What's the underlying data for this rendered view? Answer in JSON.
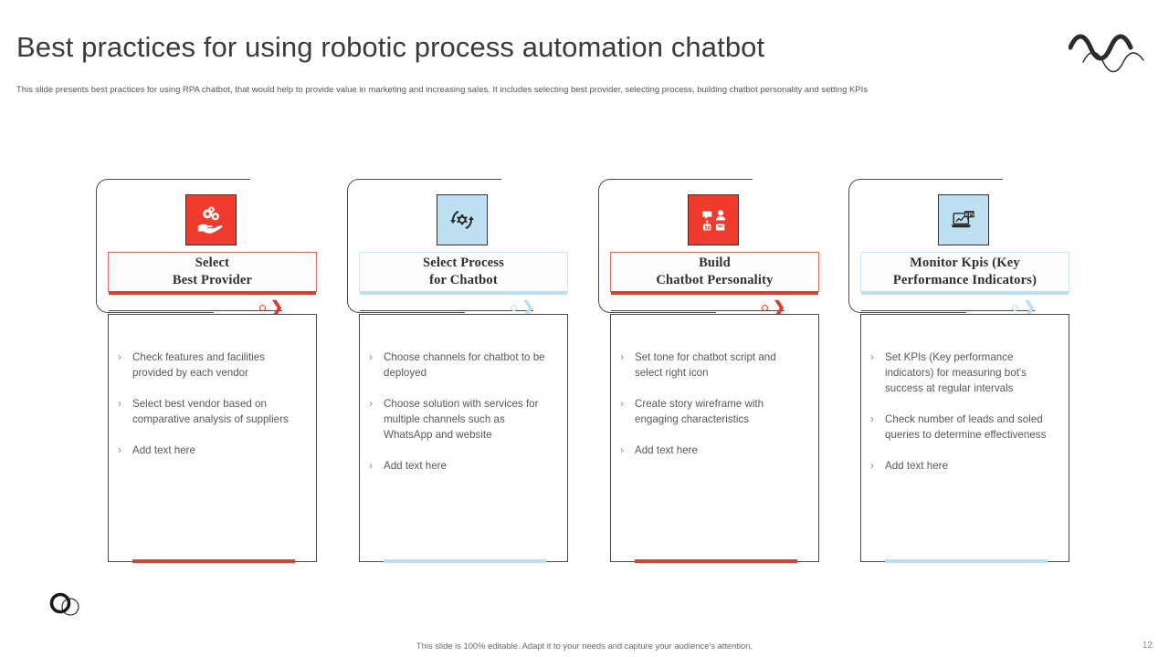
{
  "header": {
    "title": "Best practices for using robotic process automation chatbot",
    "subtitle": "This slide presents best practices for using RPA chatbot, that would help to provide value in marketing and increasing sales. It includes selecting best provider, selecting process, building chatbot personality and setting KPIs",
    "brand_icon": "wave-logo"
  },
  "theme": {
    "red": "#ef3b2d",
    "red_bar": "#d9402f",
    "red_border": "#e06b5e",
    "blue": "#bfe0f2",
    "blue_bar": "#bcdff2",
    "blue_border": "#cfe6f5",
    "frame": "#4a4a4a",
    "text": "#595959"
  },
  "cards": [
    {
      "icon": "hand-gears-icon",
      "accent": "red",
      "title_lines": [
        "Select",
        "Best Provider"
      ],
      "bullets": [
        "Check features and facilities provided by each vendor",
        "Select best vendor based on comparative analysis of suppliers",
        "Add text here"
      ]
    },
    {
      "icon": "process-gear-arrows-icon",
      "accent": "blue",
      "title_lines": [
        "Select Process",
        "for Chatbot"
      ],
      "bullets": [
        "Choose channels for chatbot to be deployed",
        "Choose solution with services for multiple channels such as WhatsApp and website",
        "Add text here"
      ]
    },
    {
      "icon": "chat-person-robot-icon",
      "accent": "red",
      "title_lines": [
        "Build",
        "Chatbot Personality"
      ],
      "bullets": [
        "Set tone for chatbot script and select right icon",
        "Create story wireframe with engaging characteristics",
        "Add text here"
      ]
    },
    {
      "icon": "kpi-laptop-chart-icon",
      "accent": "blue",
      "title_lines": [
        "Monitor Kpis (Key",
        "Performance Indicators)"
      ],
      "bullets": [
        "Set KPIs (Key performance indicators) for measuring bot's success at regular intervals",
        "Check number of leads and soled queries to determine effectiveness",
        "Add text here"
      ]
    }
  ],
  "bullet_marker": "›",
  "connector_marker": "❯",
  "footer": {
    "note": "This slide is 100% editable. Adapt it to your needs and capture your audience's attention.",
    "page_number": "12",
    "logo": "two-circles-logo"
  }
}
